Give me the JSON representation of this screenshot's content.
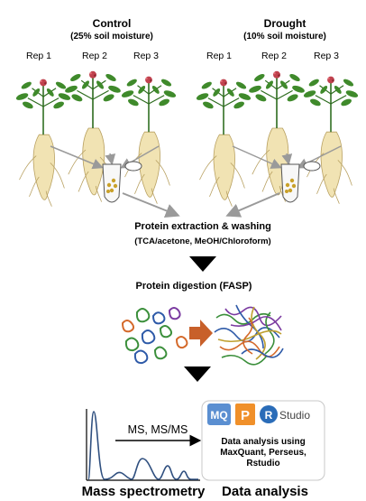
{
  "groups": {
    "control": {
      "title": "Control",
      "subtitle": "(25% soil moisture)"
    },
    "drought": {
      "title": "Drought",
      "subtitle": "(10% soil moisture)"
    }
  },
  "reps": [
    "Rep 1",
    "Rep 2",
    "Rep 3"
  ],
  "steps": {
    "extraction": {
      "title": "Protein extraction & washing",
      "detail": "(TCA/acetone, MeOH/Chloroform)"
    },
    "digestion": {
      "title": "Protein digestion (FASP)"
    }
  },
  "ms": {
    "arrow_label": "MS, MS/MS",
    "caption": "Mass spectrometry"
  },
  "analysis": {
    "software": [
      "MQ",
      "P",
      "R",
      "Studio"
    ],
    "text": [
      "Data analysis using",
      "MaxQuant, Perseus,",
      "Rstudio"
    ],
    "caption": "Data analysis"
  },
  "colors": {
    "leaf": "#3f8a2b",
    "leaf_dark": "#2c6b1d",
    "flower": "#c0424e",
    "root": "#f1e3b3",
    "root_outline": "#b8a060",
    "arrow_grey": "#9a9a9a",
    "triangle": "#000000",
    "digest_arrow": "#c8602a",
    "spectrum": "#2f4f7f",
    "mq_blue": "#5b8fd1",
    "perseus_orange": "#f0902a",
    "r_blue": "#2a6cb8"
  }
}
